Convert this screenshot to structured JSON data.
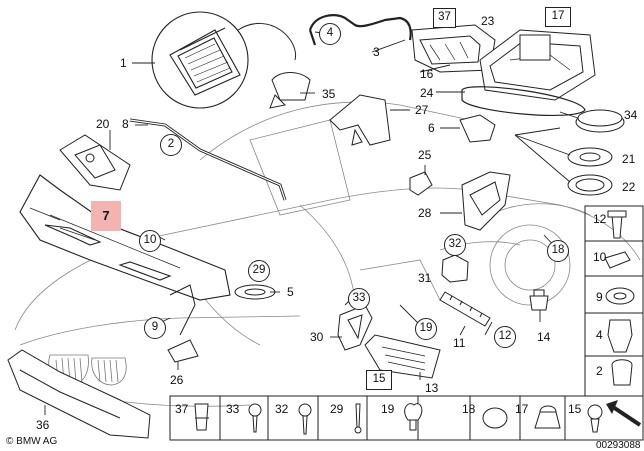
{
  "diagram": {
    "highlighted_part": "7",
    "callouts": {
      "c1": "1",
      "c4": "4",
      "c3": "3",
      "c37": "37",
      "c23": "23",
      "c17": "17",
      "c16": "16",
      "c24": "24",
      "c35": "35",
      "c27": "27",
      "c34": "34",
      "c20": "20",
      "c8": "8",
      "c2": "2",
      "c6": "6",
      "c21": "21",
      "c25": "25",
      "c22": "22",
      "c28": "28",
      "c18": "18",
      "c10": "10",
      "c32": "32",
      "c31": "31",
      "c29": "29",
      "c5": "5",
      "c33": "33",
      "c9": "9",
      "c30": "30",
      "c19": "19",
      "c11": "11",
      "c12": "12",
      "c14": "14",
      "c26": "26",
      "c15": "15",
      "c13": "13",
      "c36": "36"
    },
    "side_legend": [
      "12",
      "10",
      "9",
      "4",
      "2"
    ],
    "bottom_legend": [
      "37",
      "33",
      "32",
      "29",
      "19",
      "18",
      "17",
      "15"
    ]
  },
  "footer": {
    "brand": "© BMW AG",
    "image_number": "00293088"
  }
}
